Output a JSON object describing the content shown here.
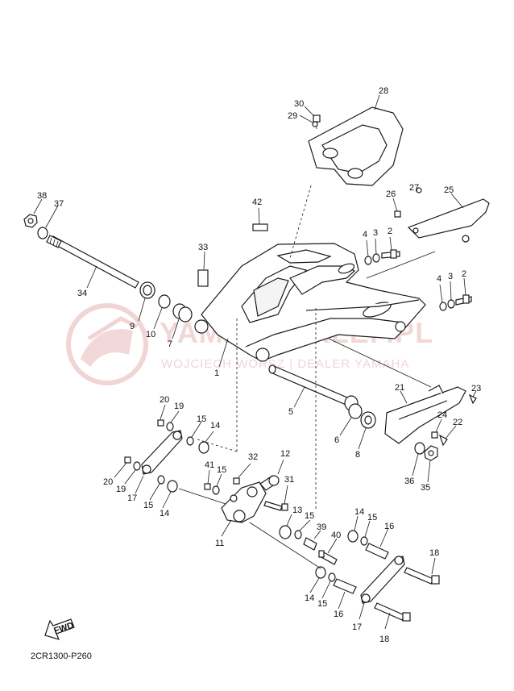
{
  "diagram_code": "2CR1300-P260",
  "fwd_label": "FWD",
  "watermark": {
    "main": "YAMAHASKLEP.PL",
    "sub": "WOJCIECH WORSZ | DEALER YAMAHA"
  },
  "colors": {
    "line": "#1a1a1a",
    "watermark": "#e8b8b8"
  },
  "callouts": [
    {
      "id": "c1",
      "label": "1"
    },
    {
      "id": "c2a",
      "label": "2"
    },
    {
      "id": "c2b",
      "label": "2"
    },
    {
      "id": "c3a",
      "label": "3"
    },
    {
      "id": "c3b",
      "label": "3"
    },
    {
      "id": "c4a",
      "label": "4"
    },
    {
      "id": "c4b",
      "label": "4"
    },
    {
      "id": "c5",
      "label": "5"
    },
    {
      "id": "c6",
      "label": "6"
    },
    {
      "id": "c7",
      "label": "7"
    },
    {
      "id": "c8",
      "label": "8"
    },
    {
      "id": "c9",
      "label": "9"
    },
    {
      "id": "c10",
      "label": "10"
    },
    {
      "id": "c11",
      "label": "11"
    },
    {
      "id": "c12",
      "label": "12"
    },
    {
      "id": "c13a",
      "label": "13"
    },
    {
      "id": "c14a",
      "label": "14"
    },
    {
      "id": "c14b",
      "label": "14"
    },
    {
      "id": "c14c",
      "label": "14"
    },
    {
      "id": "c14d",
      "label": "14"
    },
    {
      "id": "c15a",
      "label": "15"
    },
    {
      "id": "c15b",
      "label": "15"
    },
    {
      "id": "c15c",
      "label": "15"
    },
    {
      "id": "c15d",
      "label": "15"
    },
    {
      "id": "c15e",
      "label": "15"
    },
    {
      "id": "c15f",
      "label": "15"
    },
    {
      "id": "c16a",
      "label": "16"
    },
    {
      "id": "c16b",
      "label": "16"
    },
    {
      "id": "c17a",
      "label": "17"
    },
    {
      "id": "c17b",
      "label": "17"
    },
    {
      "id": "c18a",
      "label": "18"
    },
    {
      "id": "c18b",
      "label": "18"
    },
    {
      "id": "c19a",
      "label": "19"
    },
    {
      "id": "c19b",
      "label": "19"
    },
    {
      "id": "c20a",
      "label": "20"
    },
    {
      "id": "c20b",
      "label": "20"
    },
    {
      "id": "c21",
      "label": "21"
    },
    {
      "id": "c22",
      "label": "22"
    },
    {
      "id": "c23",
      "label": "23"
    },
    {
      "id": "c24",
      "label": "24"
    },
    {
      "id": "c25",
      "label": "25"
    },
    {
      "id": "c26",
      "label": "26"
    },
    {
      "id": "c27",
      "label": "27"
    },
    {
      "id": "c28",
      "label": "28"
    },
    {
      "id": "c29",
      "label": "29"
    },
    {
      "id": "c30",
      "label": "30"
    },
    {
      "id": "c31",
      "label": "31"
    },
    {
      "id": "c32",
      "label": "32"
    },
    {
      "id": "c33",
      "label": "33"
    },
    {
      "id": "c34",
      "label": "34"
    },
    {
      "id": "c35",
      "label": "35"
    },
    {
      "id": "c36",
      "label": "36"
    },
    {
      "id": "c37",
      "label": "37"
    },
    {
      "id": "c38",
      "label": "38"
    },
    {
      "id": "c39",
      "label": "39"
    },
    {
      "id": "c40",
      "label": "40"
    },
    {
      "id": "c41",
      "label": "41"
    },
    {
      "id": "c42",
      "label": "42"
    }
  ]
}
